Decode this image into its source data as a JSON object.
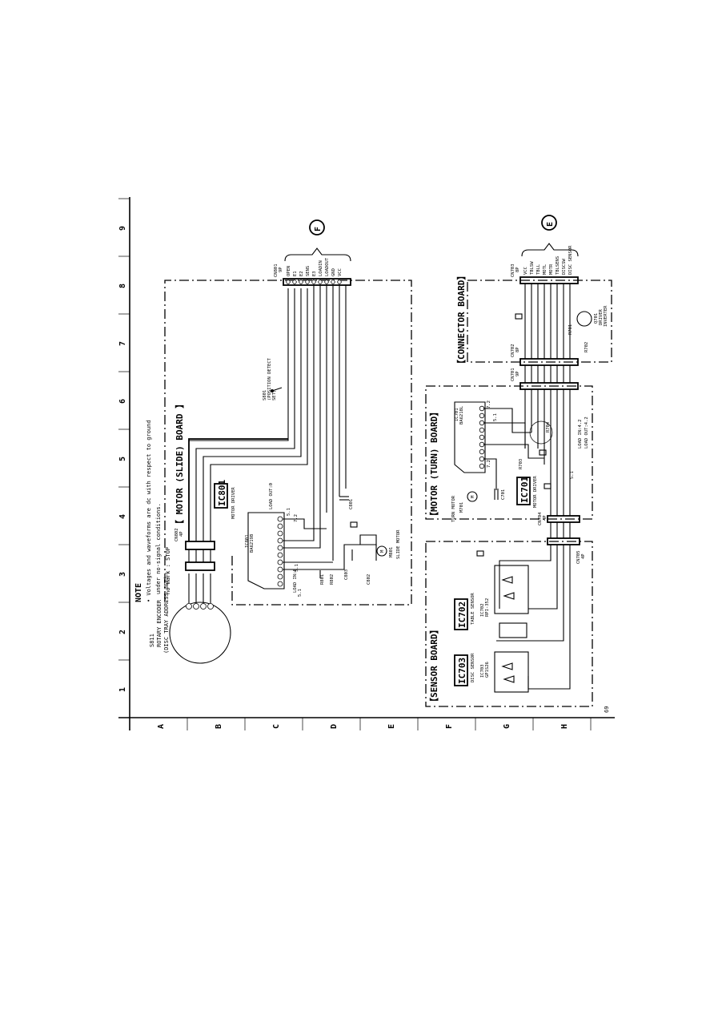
{
  "grid": {
    "columns": [
      "1",
      "2",
      "3",
      "4",
      "5",
      "6",
      "7",
      "8",
      "9"
    ],
    "rows": [
      "A",
      "B",
      "C",
      "D",
      "E",
      "F",
      "G",
      "H"
    ]
  },
  "note": {
    "title": "NOTE",
    "line1": "• Voltages and waveforms are dc with respect to ground",
    "line2": "under no-signal conditions.",
    "line3": "no mark : STOP"
  },
  "boards": {
    "slide": "【 MOTOR (SLIDE) BOARD 】",
    "connector": "【CONNECTOR BOARD】",
    "turn": "【MOTOR (TURN) BOARD】",
    "sensor": "【SENSOR BOARD】"
  },
  "ics": {
    "ic801": {
      "name": "IC801",
      "desc": "MOTOR DRIVER",
      "part": "IC801",
      "num": "BA6219B"
    },
    "ic701": {
      "name": "IC701",
      "desc": "MOTOR DRIVER",
      "part": "IC701",
      "num": "BA6218L"
    },
    "ic702": {
      "name": "IC702",
      "desc": "TABLE SENSOR",
      "part": "IC702",
      "num": "RPI-352"
    },
    "ic703": {
      "name": "IC703",
      "desc": "DISC SENSOR",
      "part": "IC703",
      "num": "GP1S26"
    }
  },
  "components": {
    "s811": {
      "ref": "S811",
      "l1": "ROTARY ENCODER",
      "l2": "(DISC TRAY ADDRESS SET)"
    },
    "s801": {
      "ref": "S801",
      "l1": "(POSITION DETECT",
      "l2": "SET)"
    },
    "m801": {
      "ref": "M801",
      "l1": "SLIDE MOTOR"
    },
    "m701": {
      "ref": "M701",
      "l1": "TURN MOTOR"
    },
    "q701": {
      "ref": "Q701",
      "l1": "DRIVER",
      "l2": "INVERTER"
    },
    "c801": "C801",
    "c802": "C802",
    "c803": "C803",
    "c701": "C701",
    "r801": "R801",
    "r802": "R802",
    "r703": "R703",
    "r704": "R704",
    "r701": "R701",
    "r702": "R702"
  },
  "connectors": {
    "cn801": {
      "ref": "CN801",
      "pins": "9P"
    },
    "cn802": {
      "ref": "CN802",
      "pins": "4P"
    },
    "cn701": {
      "ref": "CN701",
      "pins": "9P"
    },
    "cn702": {
      "ref": "CN702",
      "pins": "8P"
    },
    "cn703": {
      "ref": "CN703",
      "pins": "8P"
    },
    "cn704": {
      "ref": "CN704",
      "pins": "4P"
    },
    "cn705": {
      "ref": "CN705",
      "pins": "4P"
    }
  },
  "signals": {
    "slide": [
      "OPEN",
      "E1",
      "E2",
      "SENS",
      "E3",
      "LOADIN",
      "LOADOUT",
      "GND",
      "VCC"
    ],
    "connector": [
      "VCC",
      "TBLSW",
      "TBLL",
      "MOTL",
      "MOTR",
      "TBLSENS",
      "DISCSW",
      "DISC SENSOR"
    ]
  },
  "voltages": {
    "load_in": "LOAD IN:0",
    "load_out": "LOAD OUT:0",
    "v1": "5.1",
    "v2": "7.2",
    "turn_load_in": "LOAD IN:4.2",
    "turn_load_out": "LOAD OUT:4.2",
    "t51": "5.1",
    "t72": "7.2"
  },
  "page_number": "69"
}
